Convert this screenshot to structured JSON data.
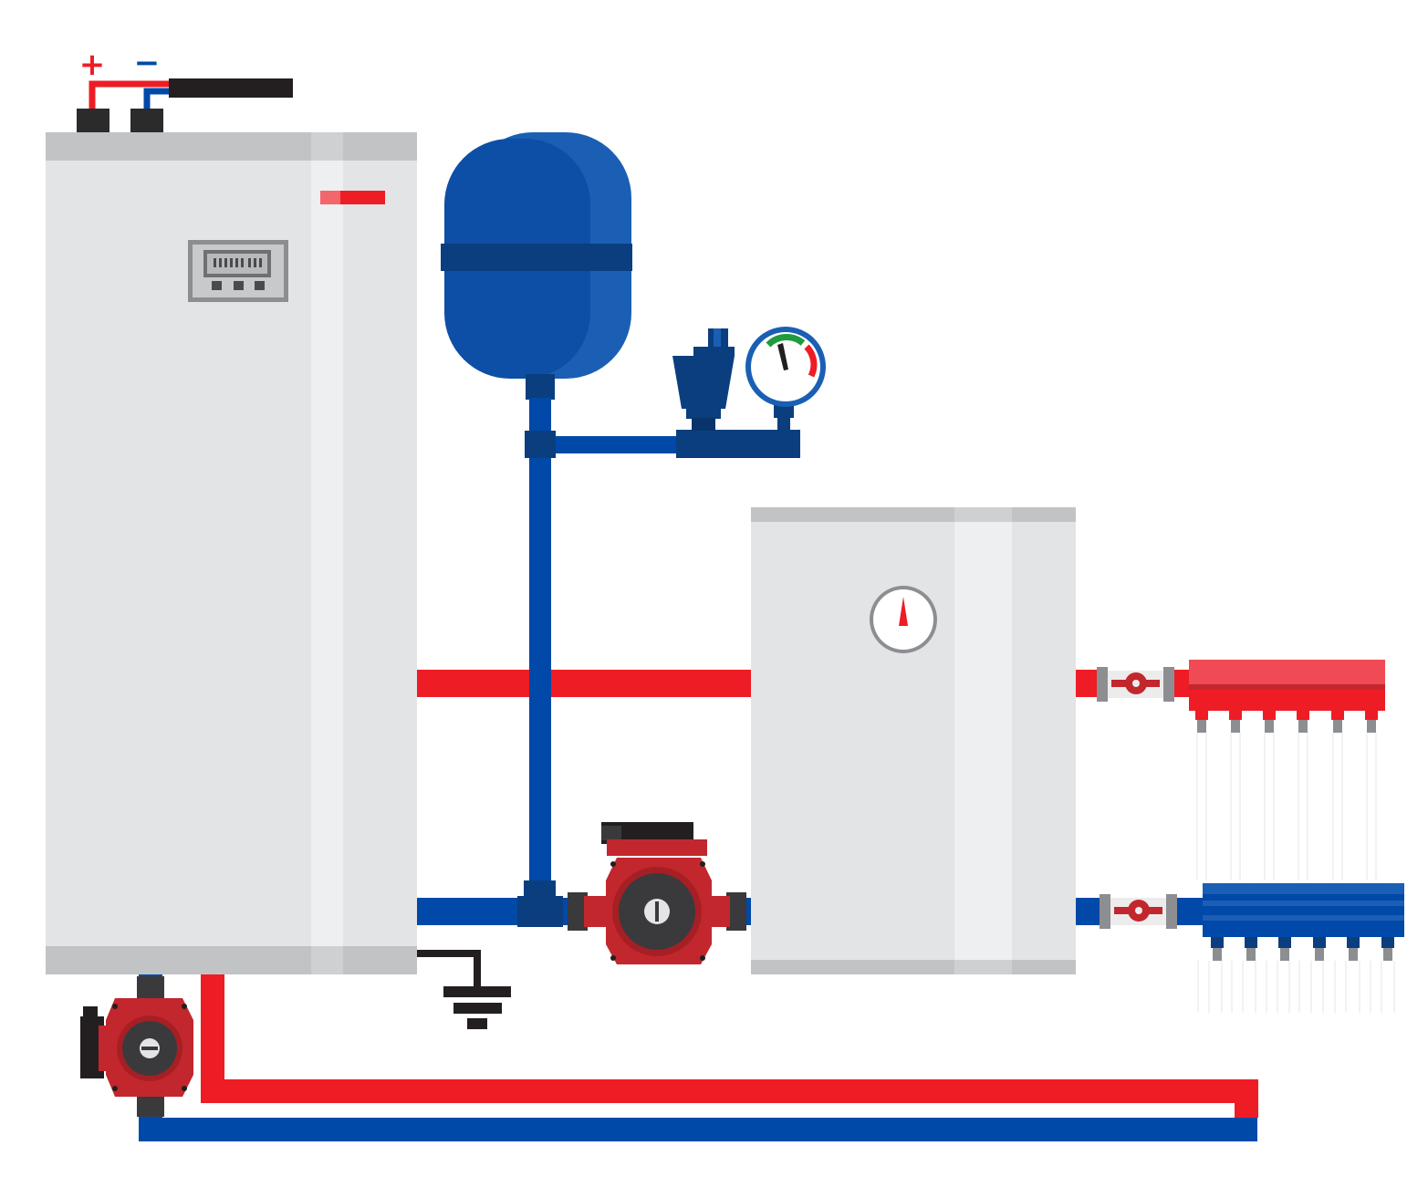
{
  "diagram": {
    "terminals": {
      "plus_label": "+",
      "minus_label": "−"
    },
    "colors": {
      "hot_pipe": "#ee1c25",
      "cold_pipe": "#0049a8",
      "vessel_blue": "#0d4ea6",
      "boiler_body": "#e3e4e6",
      "boiler_cap": "#c2c3c5",
      "pump_red": "#c2272d",
      "pump_dark": "#3a3a3c",
      "ground_black": "#222222",
      "gauge_green": "#1f9a3e"
    },
    "components": [
      "electric-boiler",
      "control-panel",
      "expansion-vessel",
      "air-vent",
      "pressure-gauge",
      "indirect-water-heater",
      "thermometer",
      "circulation-pump",
      "hot-manifold",
      "cold-manifold",
      "ground-symbol"
    ]
  }
}
